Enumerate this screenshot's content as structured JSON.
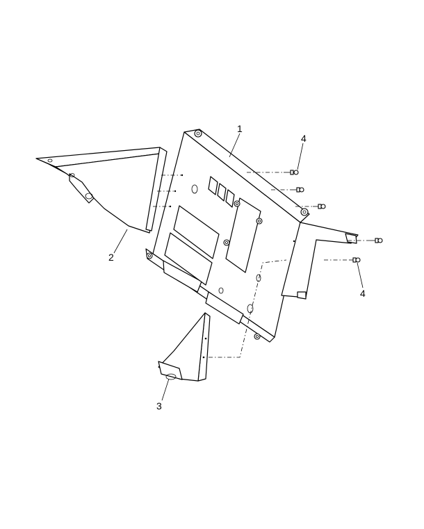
{
  "callouts": {
    "part_1": "1",
    "part_2": "2",
    "part_3": "3",
    "part_4_top": "4",
    "part_4_right": "4"
  },
  "footer": {
    "left_text": "",
    "right_text": ""
  },
  "colors": {
    "line": "#000000",
    "background": "#ffffff"
  }
}
